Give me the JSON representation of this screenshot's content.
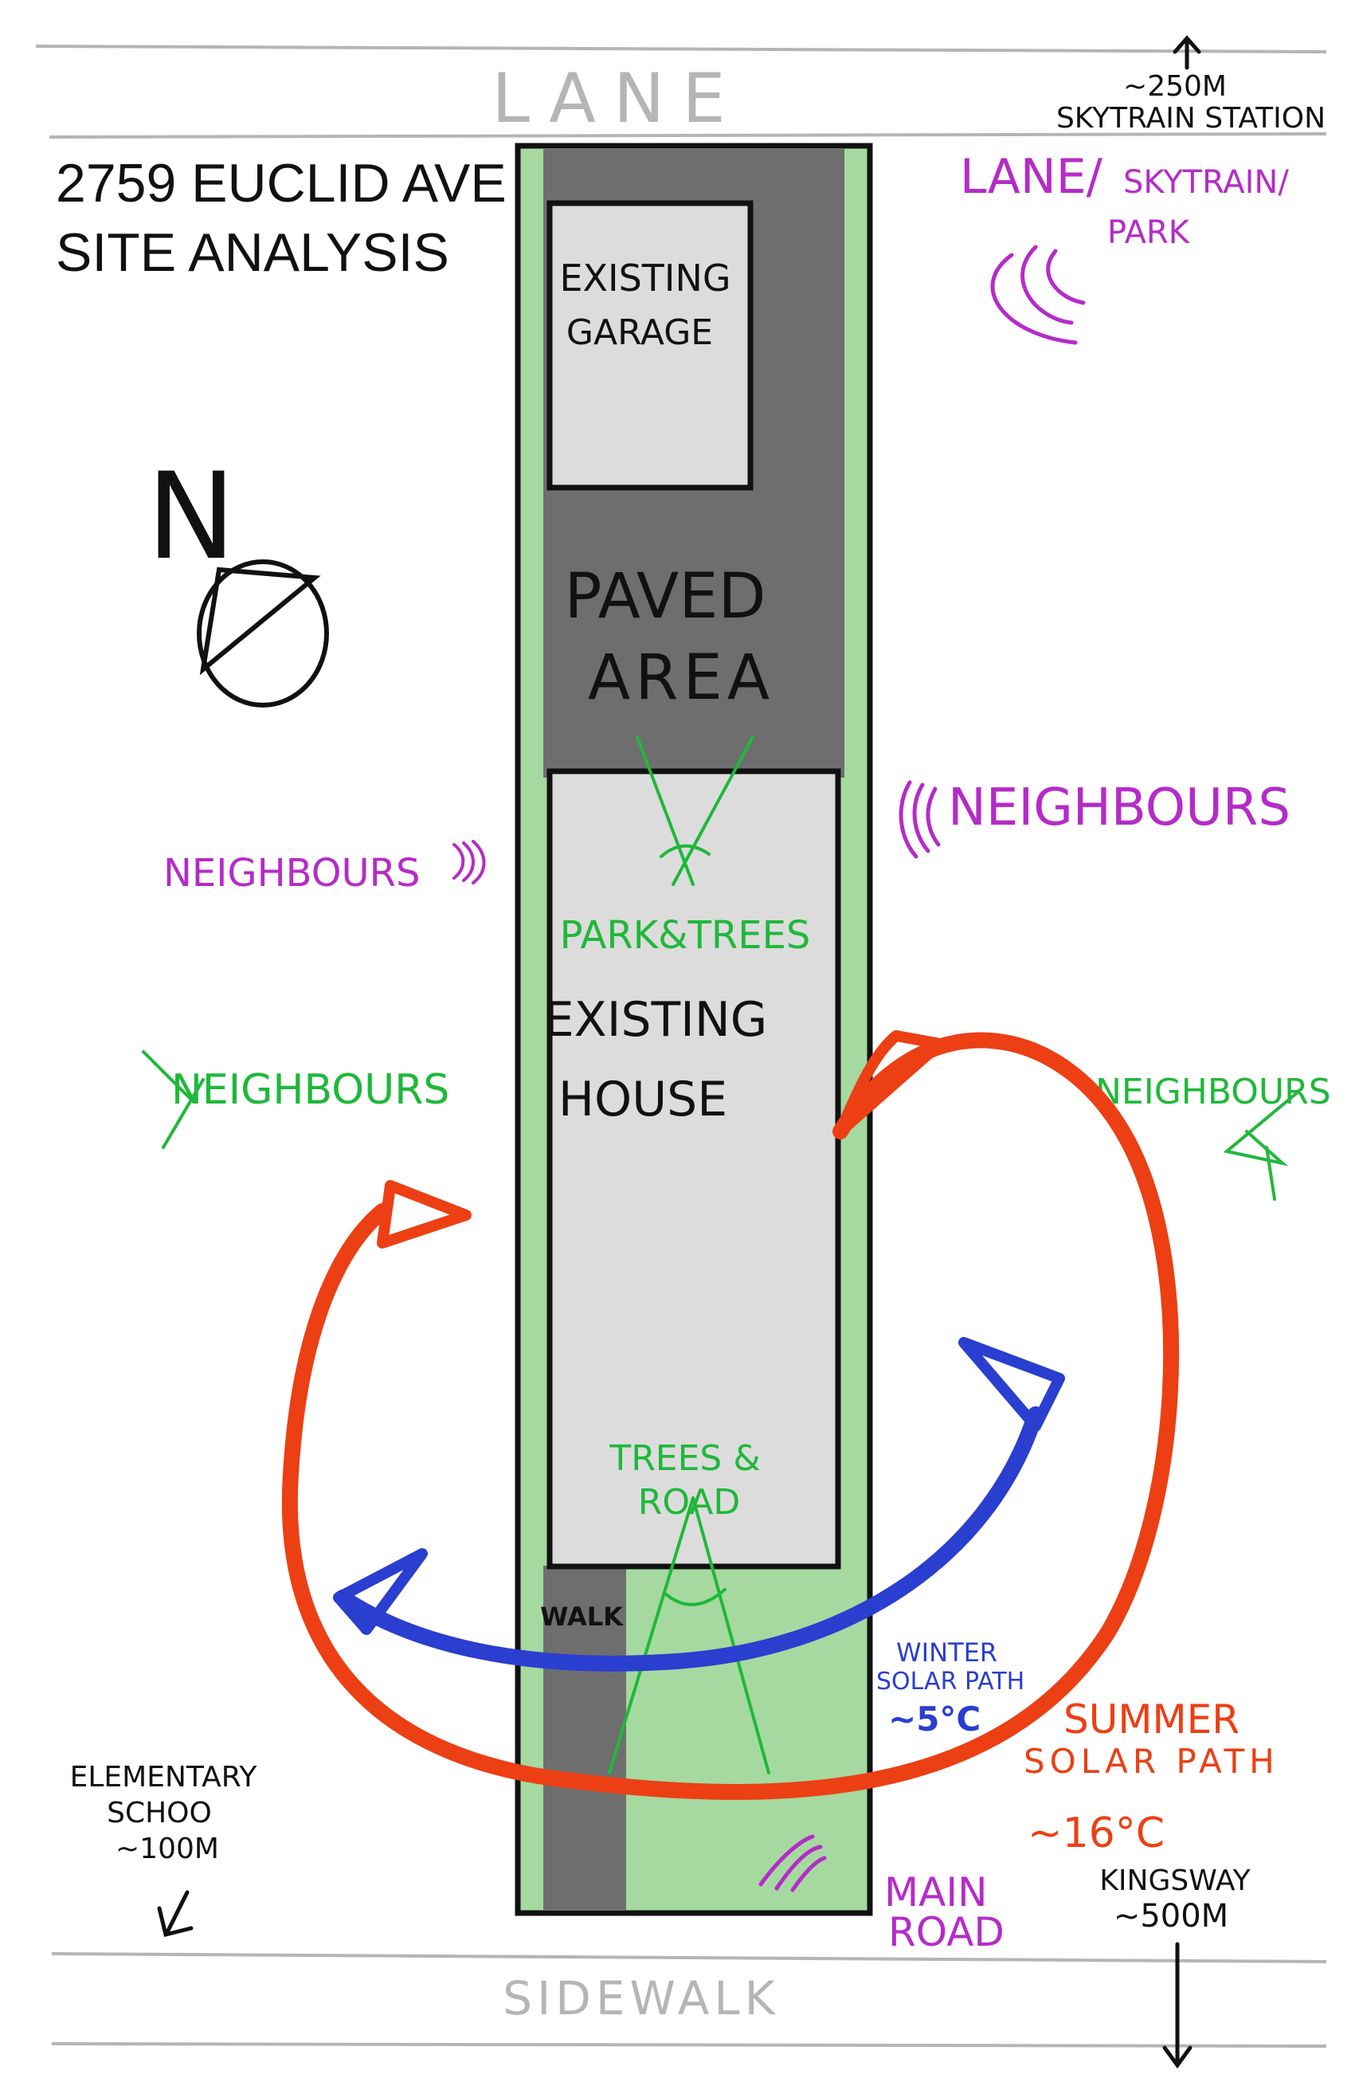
{
  "title": {
    "line1": "2759 EUCLID AVE",
    "line2": "SITE ANALYSIS"
  },
  "streets": {
    "top": "LANE",
    "bottom": "SIDEWALK"
  },
  "site": {
    "garage_line1": "EXISTING",
    "garage_line2": "GARAGE",
    "paved_line1": "PAVED",
    "paved_line2": "AREA",
    "house_line1": "EXISTING",
    "house_line2": "HOUSE",
    "walk": "WALK"
  },
  "views": {
    "north": "PARK&TREES",
    "south_line1": "TREES &",
    "south_line2": "ROAD",
    "left_neighbours": "NEIGHBOURS",
    "right_neighbours": "NEIGHBOURS"
  },
  "noise": {
    "lane_line1": "LANE/",
    "lane_line2": "SKYTRAIN/",
    "lane_line3": "PARK",
    "left_neighbours": "NEIGHBOURS",
    "right_neighbours": "NEIGHBOURS",
    "main_road_line1": "MAIN",
    "main_road_line2": "ROAD"
  },
  "solar": {
    "winter_line1": "WINTER",
    "winter_line2": "SOLAR PATH",
    "winter_temp": "~5°C",
    "summer_line1": "SUMMER",
    "summer_line2": "SOLAR PATH",
    "summer_temp": "~16°C"
  },
  "distances": {
    "skytrain_line1": "~250M",
    "skytrain_line2": "SKYTRAIN STATION",
    "school_line1": "ELEMENTARY",
    "school_line2": "SCHOO",
    "school_line3": "~100M",
    "kingsway_line1": "KINGSWAY",
    "kingsway_line2": "~500M"
  },
  "north_label": "N",
  "colors": {
    "lot_green": "#a5d9a0",
    "paved": "#6e6e6e",
    "building": "#dcdcdc",
    "view_green": "#1fb83a",
    "noise_purple": "#b52bc8",
    "summer_orange": "#ec3f14",
    "winter_blue": "#2a3ecf",
    "street_grey": "#b5b5b5",
    "ink": "#111111"
  }
}
